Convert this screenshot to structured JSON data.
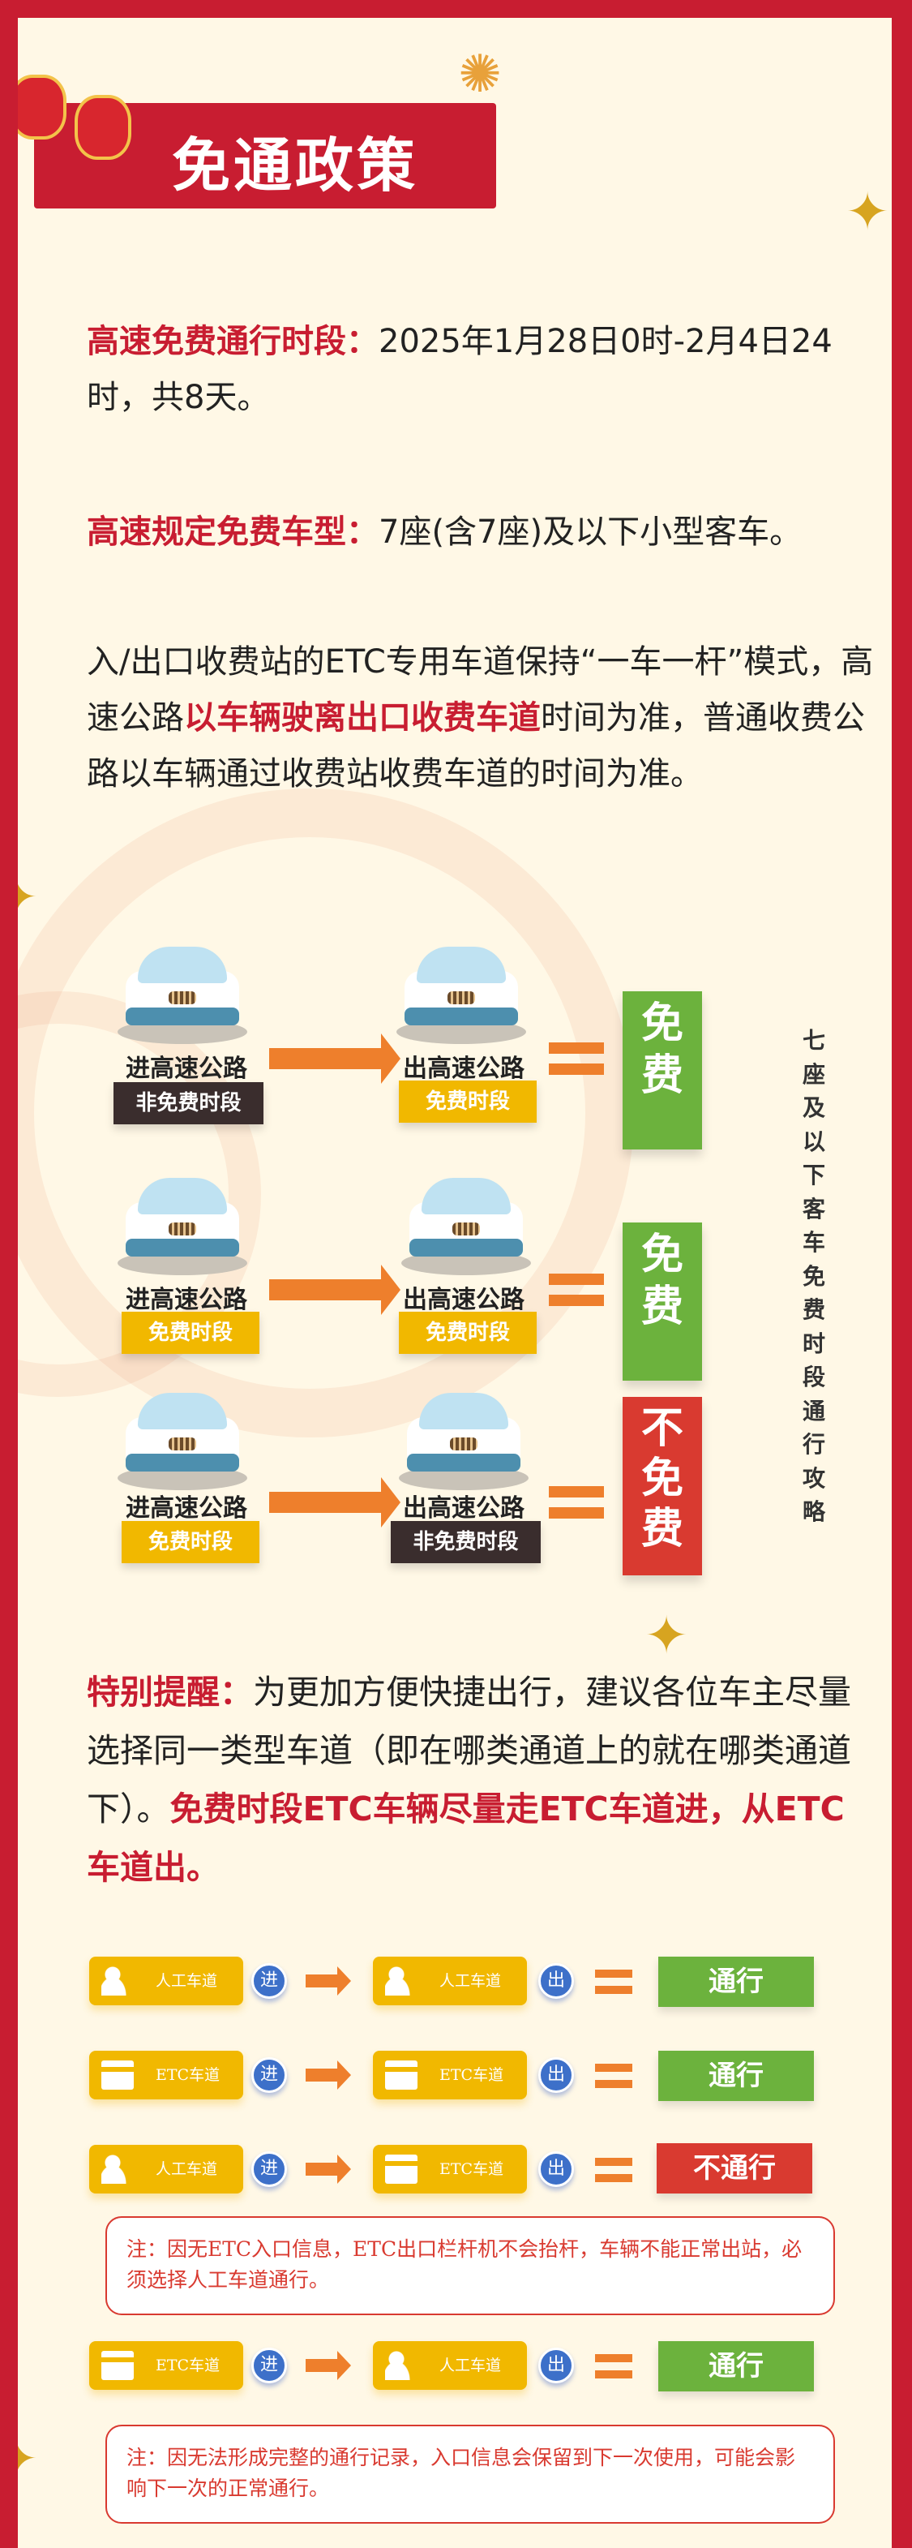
{
  "header": {
    "title": "免通政策"
  },
  "paragraphs": {
    "p1_label": "高速免费通行时段：",
    "p1_text": "2025年1月28日0时-2月4日24时，共8天。",
    "p2_label": "高速规定免费车型：",
    "p2_text": "7座(含7座)及以下小型客车。",
    "p3_a": "入/出口收费站的ETC专用车道保持“一车一杆”模式，高速公路",
    "p3_bold": "以车辆驶离出口收费车道",
    "p3_b": "时间为准，普通收费公路以车辆通过收费站收费车道的时间为准。"
  },
  "diagram": {
    "enter": "进高速公路",
    "exit": "出高速公路",
    "rows": [
      {
        "enter_period": "非免费时段",
        "exit_period": "免费时段",
        "result": "免费"
      },
      {
        "enter_period": "免费时段",
        "exit_period": "免费时段",
        "result": "免费"
      },
      {
        "enter_period": "免费时段",
        "exit_period": "非免费时段",
        "result": "不免费"
      }
    ],
    "side_title": "七座及以下客车免费时段通行攻略"
  },
  "reminder": {
    "label": "特别提醒：",
    "text": "为更加方便快捷出行，建议各位车主尽量选择同一类型车道（即在哪类通道上的就在哪类通道下）。",
    "bold": "免费时段ETC车辆尽量走ETC车道进，从ETC车道出。"
  },
  "lanes": {
    "in": "进",
    "out": "出",
    "rows": [
      {
        "entry": "人工车道",
        "exit": "人工车道",
        "result": "通行"
      },
      {
        "entry": "ETC车道",
        "exit": "ETC车道",
        "result": "通行"
      },
      {
        "entry": "人工车道",
        "exit": "ETC车道",
        "result": "不通行",
        "note": "注：因无ETC入口信息，ETC出口栏杆机不会抬杆，车辆不能正常出站，必须选择人工车道通行。"
      },
      {
        "entry": "ETC车道",
        "exit": "人工车道",
        "result": "通行",
        "note": "注：因无法形成完整的通行记录，入口信息会保留到下一次使用，可能会影响下一次的正常通行。"
      }
    ]
  }
}
